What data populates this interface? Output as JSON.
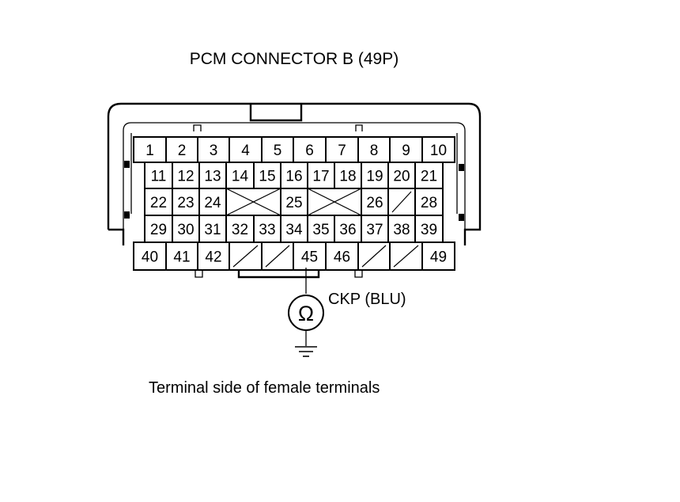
{
  "diagram": {
    "title": "PCM CONNECTOR B (49P)",
    "caption": "Terminal side of female terminals",
    "probe_label": "CKP (BLU)",
    "meter_symbol": "Ω",
    "probe_pin": "45",
    "rows": [
      [
        "1",
        "2",
        "3",
        "4",
        "5",
        "6",
        "7",
        "8",
        "9",
        "10"
      ],
      [
        "11",
        "12",
        "13",
        "14",
        "15",
        "16",
        "17",
        "18",
        "19",
        "20",
        "21"
      ],
      [
        "22",
        "23",
        "24",
        "",
        "",
        "25",
        "",
        "",
        "26",
        "",
        "28"
      ],
      [
        "29",
        "30",
        "31",
        "32",
        "33",
        "34",
        "35",
        "36",
        "37",
        "38",
        "39"
      ],
      [
        "40",
        "41",
        "42",
        "",
        "",
        "45",
        "46",
        "",
        "",
        "49"
      ]
    ]
  }
}
